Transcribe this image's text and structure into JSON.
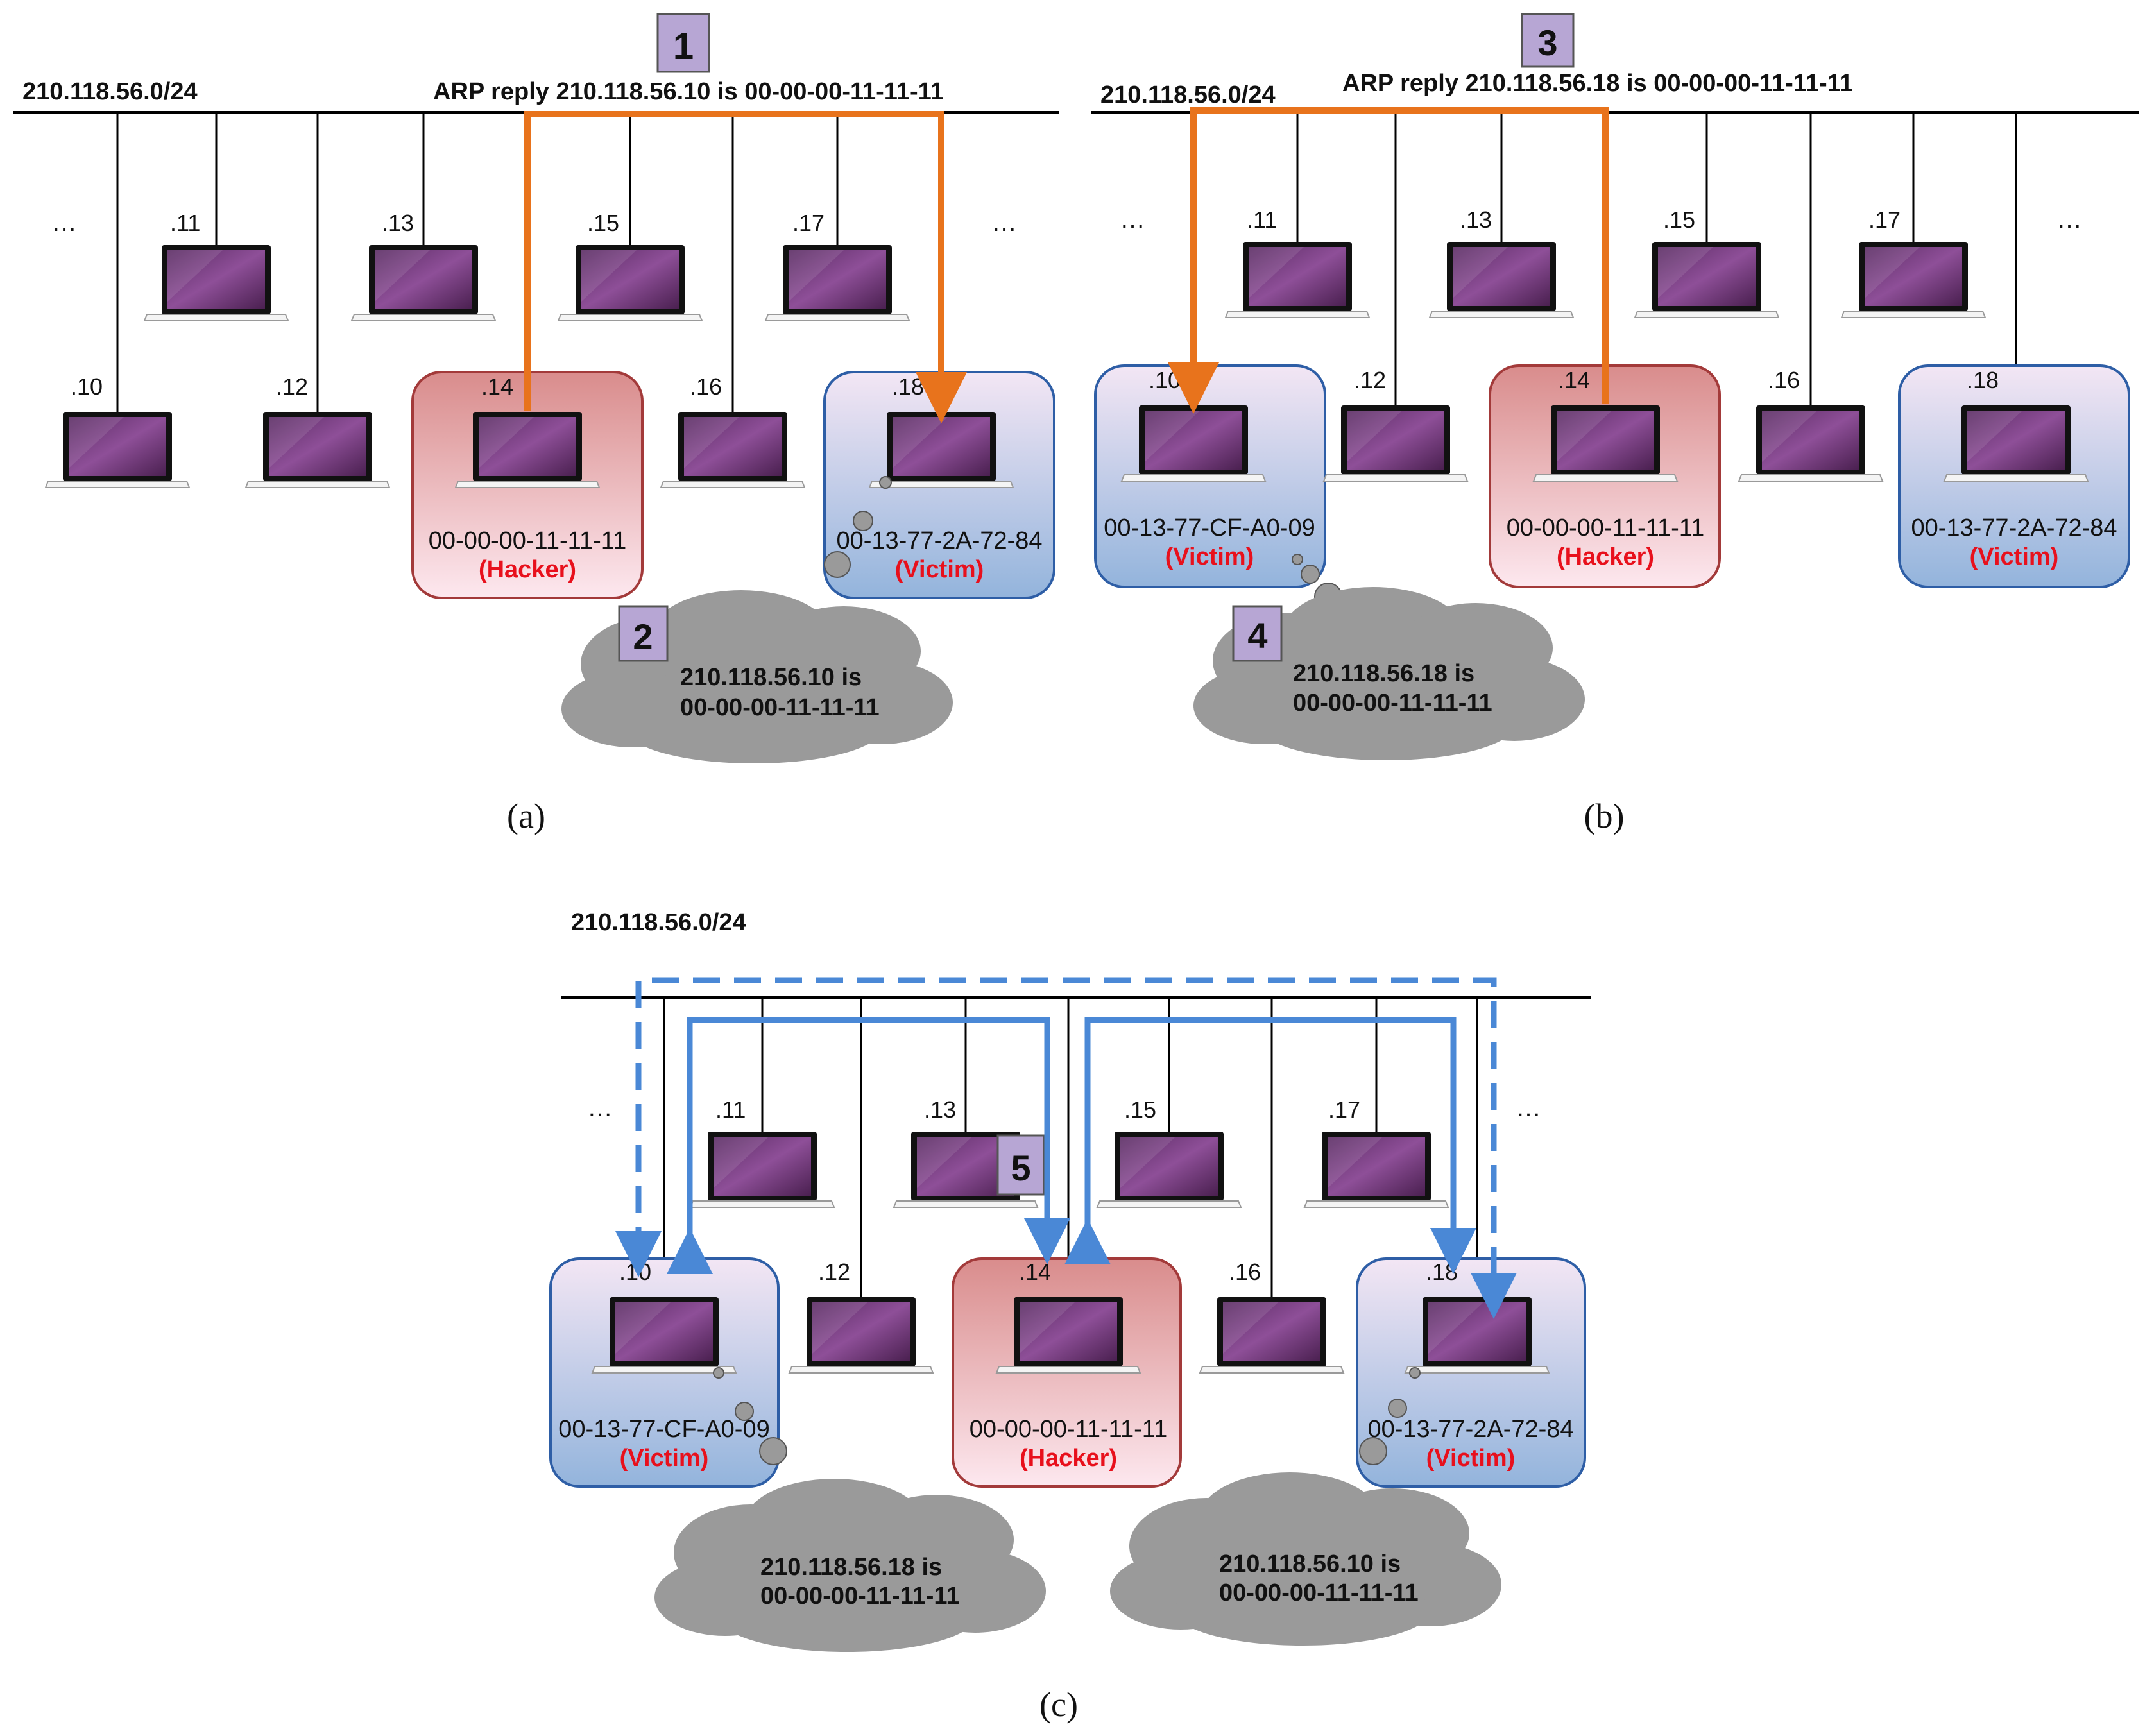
{
  "colors": {
    "bus": "#000000",
    "arp_arrow": "#e8731c",
    "traffic_arrow": "#4a88d6",
    "hacker_fill_top": "#d98c8c",
    "hacker_fill_bottom": "#fde8ef",
    "victim_fill_top": "#f3e6f4",
    "victim_fill_bottom": "#93b4dc",
    "cloud": "#9a9a9a",
    "step_box": "#b7a6d4",
    "role_text": "#e8101c"
  },
  "panel_a": {
    "subnet": "210.118.56.0/24",
    "step1": {
      "number": "1",
      "text": "ARP reply 210.118.56.10 is 00-00-00-11-11-11"
    },
    "step2": {
      "number": "2",
      "line1": "210.118.56.10 is",
      "line2": "00-00-00-11-11-11"
    },
    "ellipsis_left": "…",
    "ellipsis_right": "…",
    "hosts": [
      ".10",
      ".11",
      ".12",
      ".13",
      ".14",
      ".15",
      ".16",
      ".17",
      ".18"
    ],
    "hacker": {
      "mac": "00-00-00-11-11-11",
      "role": "(Hacker)"
    },
    "victim": {
      "mac": "00-13-77-2A-72-84",
      "role": "(Victim)"
    },
    "caption": "(a)"
  },
  "panel_b": {
    "subnet": "210.118.56.0/24",
    "step3": {
      "number": "3",
      "text": "ARP reply 210.118.56.18 is 00-00-00-11-11-11"
    },
    "step4": {
      "number": "4",
      "line1": "210.118.56.18 is",
      "line2": "00-00-00-11-11-11"
    },
    "ellipsis_left": "…",
    "ellipsis_right": "…",
    "hosts": [
      ".10",
      ".11",
      ".12",
      ".13",
      ".14",
      ".15",
      ".16",
      ".17",
      ".18"
    ],
    "victim_left": {
      "mac": "00-13-77-CF-A0-09",
      "role": "(Victim)"
    },
    "hacker": {
      "mac": "00-00-00-11-11-11",
      "role": "(Hacker)"
    },
    "victim_right": {
      "mac": "00-13-77-2A-72-84",
      "role": "(Victim)"
    },
    "caption": "(b)"
  },
  "panel_c": {
    "subnet": "210.118.56.0/24",
    "step5": {
      "number": "5"
    },
    "ellipsis_left": "…",
    "ellipsis_right": "…",
    "hosts": [
      ".10",
      ".11",
      ".12",
      ".13",
      ".14",
      ".15",
      ".16",
      ".17",
      ".18"
    ],
    "victim_left": {
      "mac": "00-13-77-CF-A0-09",
      "role": "(Victim)"
    },
    "hacker": {
      "mac": "00-00-00-11-11-11",
      "role": "(Hacker)"
    },
    "victim_right": {
      "mac": "00-13-77-2A-72-84",
      "role": "(Victim)"
    },
    "cloud_left": {
      "line1": "210.118.56.18 is",
      "line2": "00-00-00-11-11-11"
    },
    "cloud_right": {
      "line1": "210.118.56.10 is",
      "line2": "00-00-00-11-11-11"
    },
    "caption": "(c)"
  }
}
